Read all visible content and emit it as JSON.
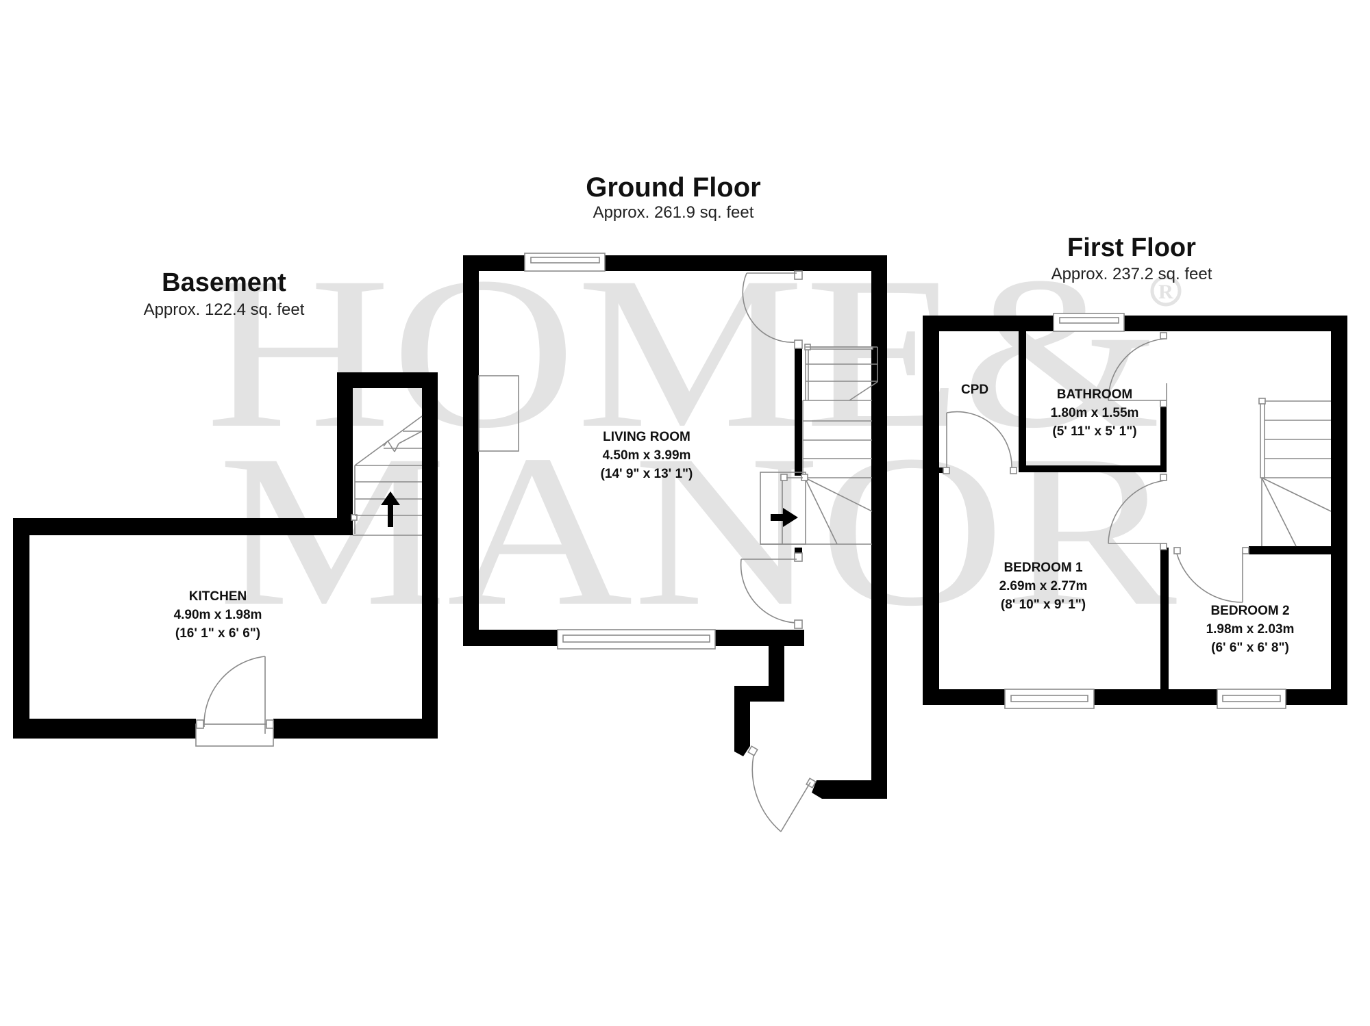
{
  "watermark": {
    "line1": "HOME&",
    "line2": "MANOR",
    "registered": "®",
    "color": "#e3e3e3"
  },
  "floors": [
    {
      "id": "basement",
      "title": "Basement",
      "area": "Approx. 122.4 sq. feet",
      "rooms": [
        {
          "name": "KITCHEN",
          "metric": "4.90m x 1.98m",
          "imperial": "(16' 1\" x 6' 6\")"
        }
      ],
      "stair_direction": "up-arrow"
    },
    {
      "id": "ground-floor",
      "title": "Ground Floor",
      "area": "Approx. 261.9 sq. feet",
      "rooms": [
        {
          "name": "LIVING ROOM",
          "metric": "4.50m x 3.99m",
          "imperial": "(14' 9\" x 13' 1\")"
        }
      ],
      "stair_direction": "right-arrow"
    },
    {
      "id": "first-floor",
      "title": "First Floor",
      "area": "Approx. 237.2 sq. feet",
      "rooms": [
        {
          "name": "CPD"
        },
        {
          "name": "BATHROOM",
          "metric": "1.80m x 1.55m",
          "imperial": "(5' 11\" x 5' 1\")"
        },
        {
          "name": "BEDROOM 1",
          "metric": "2.69m x 2.77m",
          "imperial": "(8' 10\" x 9' 1\")"
        },
        {
          "name": "BEDROOM 2",
          "metric": "1.98m x 2.03m",
          "imperial": "(6' 6\" x 6' 8\")"
        }
      ]
    }
  ],
  "colors": {
    "wall": "#000000",
    "fixture_line": "#8a8a8a",
    "background": "#ffffff"
  }
}
